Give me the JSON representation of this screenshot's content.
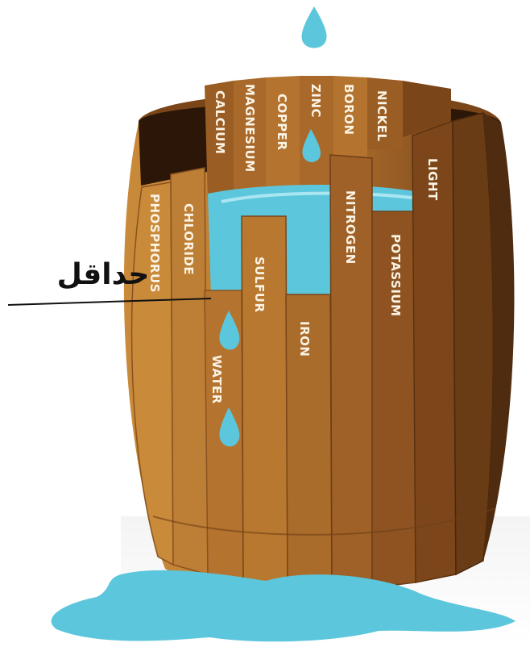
{
  "diagram": {
    "minimum_label": "حداقل",
    "colors": {
      "water": "#5cc6dc",
      "wood_light": "#c98a3a",
      "wood_mid": "#a8682a",
      "wood_dark": "#6e3f16",
      "interior": "#2b1607",
      "text": "#fbf3e4"
    },
    "staves": [
      {
        "label": "PHOSPHORUS"
      },
      {
        "label": "CHLORIDE"
      },
      {
        "label": "CALCIUM"
      },
      {
        "label": "MAGNESIUM"
      },
      {
        "label": "COPPER"
      },
      {
        "label": "ZINC"
      },
      {
        "label": "BORON"
      },
      {
        "label": "NICKEL"
      },
      {
        "label": "WATER"
      },
      {
        "label": "SULFUR"
      },
      {
        "label": "IRON"
      },
      {
        "label": "NITROGEN"
      },
      {
        "label": "POTASSIUM"
      },
      {
        "label": "LIGHT"
      }
    ]
  }
}
